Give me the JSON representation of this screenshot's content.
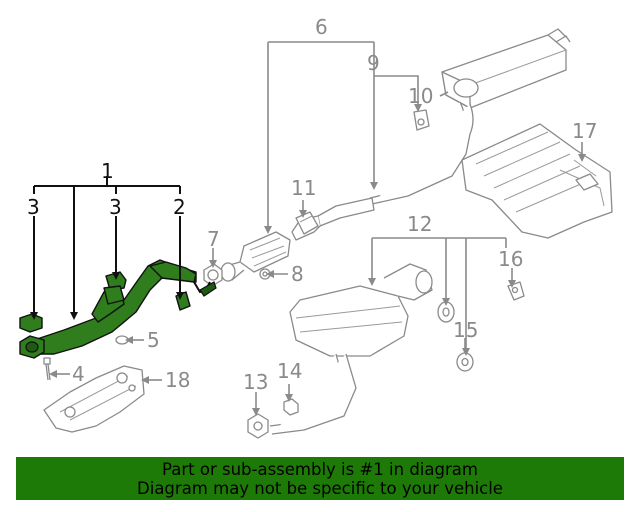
{
  "callouts": {
    "c1": "1",
    "c2": "2",
    "c3a": "3",
    "c3b": "3",
    "c4": "4",
    "c5": "5",
    "c6": "6",
    "c7": "7",
    "c8": "8",
    "c9": "9",
    "c10": "10",
    "c11": "11",
    "c12": "12",
    "c13": "13",
    "c14": "14",
    "c15": "15",
    "c16": "16",
    "c17": "17",
    "c18": "18"
  },
  "banner": {
    "line1": "Part or sub-assembly is #1 in diagram",
    "line2": "Diagram may not be specific to your vehicle"
  },
  "colors": {
    "highlight": "#2f7d1c",
    "banner": "#1e7a06",
    "callout_active": "#111111",
    "callout_inactive": "#8a8a8a"
  }
}
